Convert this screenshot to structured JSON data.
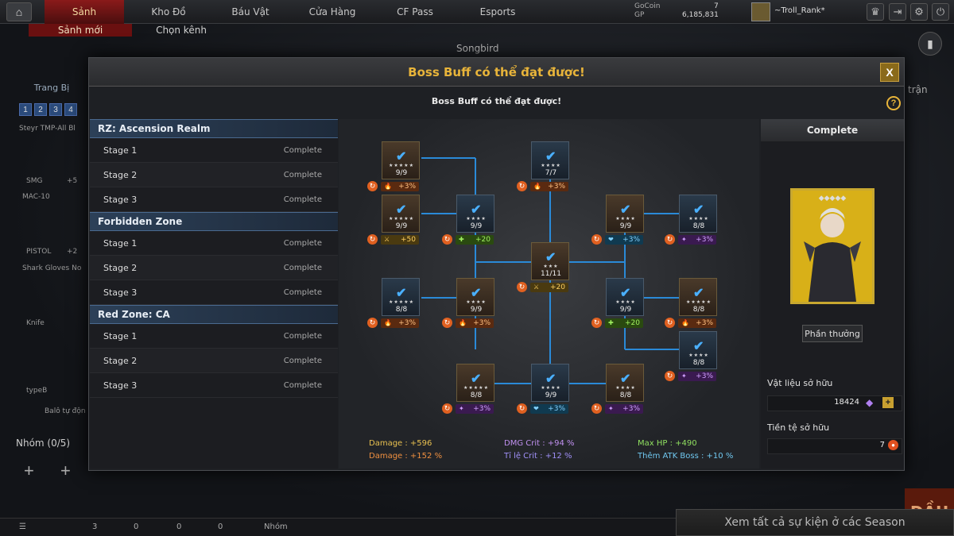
{
  "topnav": {
    "tabs": [
      "Sảnh",
      "Kho Đồ",
      "Báu Vật",
      "Cửa Hàng",
      "CF Pass",
      "Esports"
    ],
    "subtabs": [
      "Sảnh mới",
      "Chọn kênh"
    ],
    "gocoin_label": "GoCoin",
    "gp_label": "GP",
    "gocoin_value": "7",
    "gp_value": "6,185,831",
    "username": "~Troll_Rank*"
  },
  "background": {
    "songbird": "Songbird",
    "left_title": "Trang Bị",
    "nums": [
      "1",
      "2",
      "3",
      "4"
    ],
    "item1": "Steyr TMP-All Bl",
    "item1_type": "SMG",
    "item1_cnt": "+5",
    "item2": "MAC-10",
    "item2_type": "PISTOL",
    "item2_cnt": "+2",
    "item3": "Shark Gloves No",
    "item3_type": "Knife",
    "item4": "typeB",
    "item5": "Balô tự độn",
    "nhom": "Nhóm (0/5)",
    "right_title": "trận",
    "right_btn": "ĐẦU",
    "season": "Xem tất cả sự kiện ở các Season",
    "bottom": {
      "a": "3",
      "b": "0",
      "c": "0",
      "d": "0",
      "nhom": "Nhóm"
    }
  },
  "modal": {
    "title": "Boss Buff có thể đạt được!",
    "subtitle": "Boss Buff có thể đạt được!",
    "close": "X",
    "help": "?",
    "groups": [
      {
        "name": "RZ: Ascension Realm",
        "stages": [
          {
            "name": "Stage 1",
            "status": "Complete"
          },
          {
            "name": "Stage 2",
            "status": "Complete"
          },
          {
            "name": "Stage 3",
            "status": "Complete"
          }
        ]
      },
      {
        "name": "Forbidden Zone",
        "stages": [
          {
            "name": "Stage 1",
            "status": "Complete"
          },
          {
            "name": "Stage 2",
            "status": "Complete"
          },
          {
            "name": "Stage 3",
            "status": "Complete"
          }
        ]
      },
      {
        "name": "Red Zone: CA",
        "stages": [
          {
            "name": "Stage 1",
            "status": "Complete"
          },
          {
            "name": "Stage 2",
            "status": "Complete"
          },
          {
            "name": "Stage 3",
            "status": "Complete"
          }
        ]
      }
    ],
    "nodes": [
      {
        "count": "9/9",
        "buff": "+3%",
        "kind": "fire",
        "stars": "★★★★★"
      },
      {
        "count": "7/7",
        "buff": "+3%",
        "kind": "fire",
        "stars": "★★★★"
      },
      {
        "count": "9/9",
        "buff": "+50",
        "kind": "dmg",
        "stars": "★★★★★"
      },
      {
        "count": "9/9",
        "buff": "+20",
        "kind": "hp",
        "stars": "★★★★"
      },
      {
        "count": "9/9",
        "buff": "+3%",
        "kind": "atk",
        "stars": "★★★★"
      },
      {
        "count": "8/8",
        "buff": "+3%",
        "kind": "crit",
        "stars": "★★★★"
      },
      {
        "count": "11/11",
        "buff": "+20",
        "kind": "dmg",
        "stars": "★★★"
      },
      {
        "count": "8/8",
        "buff": "+3%",
        "kind": "fire",
        "stars": "★★★★★"
      },
      {
        "count": "9/9",
        "buff": "+3%",
        "kind": "fire",
        "stars": "★★★★"
      },
      {
        "count": "9/9",
        "buff": "+20",
        "kind": "hp",
        "stars": "★★★★"
      },
      {
        "count": "8/8",
        "buff": "+3%",
        "kind": "fire",
        "stars": "★★★★★"
      },
      {
        "count": "8/8",
        "buff": "+3%",
        "kind": "crit",
        "stars": "★★★★"
      },
      {
        "count": "8/8",
        "buff": "+3%",
        "kind": "crit",
        "stars": "★★★★★"
      },
      {
        "count": "9/9",
        "buff": "+3%",
        "kind": "atk",
        "stars": "★★★★"
      },
      {
        "count": "8/8",
        "buff": "+3%",
        "kind": "crit",
        "stars": "★★★★"
      }
    ],
    "legend": {
      "damage_flat": "Damage : +596",
      "damage_pct": "Damage : +152 %",
      "dmg_crit": "DMG Crit : +94 %",
      "crit_rate": "Tỉ lệ Crit : +12 %",
      "max_hp": "Max HP : +490",
      "atk_boss": "Thêm ATK Boss : +10 %"
    },
    "right": {
      "header": "Complete",
      "reward_btn": "Phần thưởng",
      "materials_label": "Vật liệu sở hữu",
      "materials_value": "18424",
      "currency_label": "Tiền tệ sở hữu",
      "currency_value": "7"
    }
  }
}
